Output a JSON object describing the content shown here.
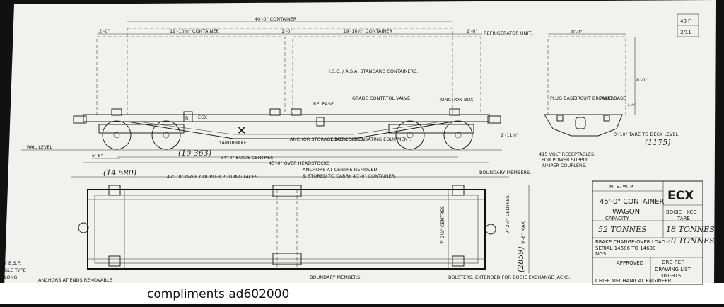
{
  "sheet": {
    "sheet_no": "48 F",
    "sheet_sub": "3/11",
    "credit": "compliments ad602000"
  },
  "dimensions": {
    "overall_container": "40'-0\" CONTAINER",
    "left_gap": "2'-0\"",
    "left_container": "19'-10½\" CONTAINER",
    "mid_gap": "1'-0\"",
    "right_container": "19'-10½\" CONTAINER",
    "right_gap": "2'-0\"",
    "end_width": "8'-0\"",
    "end_height": "8'-0\"",
    "bogie_centres": "34'-0\" BOGIE CENTRES",
    "bogie_centres_metric": "(10 363)",
    "over_headstocks": "45'-0\" OVER HEADSTOCKS",
    "over_couplers": "47'-10\" OVER COUPLER PULLING FACES.",
    "over_couplers_metric": "(14 580)",
    "wheel_offset": "5'-6\"",
    "deck_height": "2'-11½\"",
    "tare_deck": "3'-10\" TARE TO DECK LEVEL.",
    "tare_deck_metric": "(1175)",
    "centres_2": "7'-2½\" CENTRES",
    "centres_3": "7'-2½\" CENTRES",
    "width_max": "9'-6\" MAX",
    "width_metric": "(2859)",
    "end_half": "1½\""
  },
  "labels": {
    "refrigerator": "REFRIGERATOR UNIT.",
    "iso_standard": "I.S.O. / A.S.A. STANDARD CONTAINERS.",
    "grade_control": "GRADE CONTRTOL VALVE.",
    "release": "RELEASE.",
    "junction_box": "JUNCTION BOX",
    "anchor_storage": "ANCHOR STORAGE BOTH SIDES.",
    "load_comp": "LOAD COMPENSATING EQUIPMENT.",
    "yardbrake": "YARDBRAKE.",
    "rail_level": "RAIL LEVEL",
    "plug_base_l": "PLUG BASE",
    "circuit_breaker": "CIRCUIT BREAKER",
    "plug_base_r": "PLUG BASE",
    "receptacles_1": "415 VOLT RECEPTACLES",
    "receptacles_2": "FOR POWER SUPPLY",
    "receptacles_3": "JUMPER COUPLERS.",
    "anchors_centre_1": "ANCHORS AT CENTRE REMOVED",
    "anchors_centre_2": "& STORED TO CARRY 40'-0\" CONTAINER.",
    "boundary_top": "BOUNDARY MEMBERS.",
    "boundary_bottom": "BOUNDARY MEMBERS.",
    "anchors_ends": "ANCHORS AT ENDS REMOVABLE",
    "bolsters": "BOLSTERS, EXTENDED FOR BOGIE EXCHANGE JACKS.",
    "left_edge_1": "Y B.S.P.",
    "left_edge_2": "GLE TYPE",
    "left_edge_3": "LONG.",
    "ecx_body": "ECX"
  },
  "title_block": {
    "railway": "N. S. W. R",
    "wagon_line1": "45'-0\" CONTAINER",
    "wagon_line2": "WAGON",
    "code": "ECX",
    "bogie": "BOGIE - XCG",
    "capacity_label": "CAPACITY",
    "tare_label": "TARE",
    "capacity": "52 TONNES",
    "tare": "18 TONNES",
    "brake": "BRAKE CHANGE-OVER LOAD",
    "brake_value": "20 TONNES",
    "serial": "SERIAL 14686 TO 14690",
    "nos": "NOS.",
    "approved": "APPROVED",
    "dwg_ref": "DRG REF.",
    "drawing_list": "DRAWING LIST",
    "drawing_no": "301-915",
    "engineer": "CHIEF MECHANICAL ENGINEER"
  }
}
